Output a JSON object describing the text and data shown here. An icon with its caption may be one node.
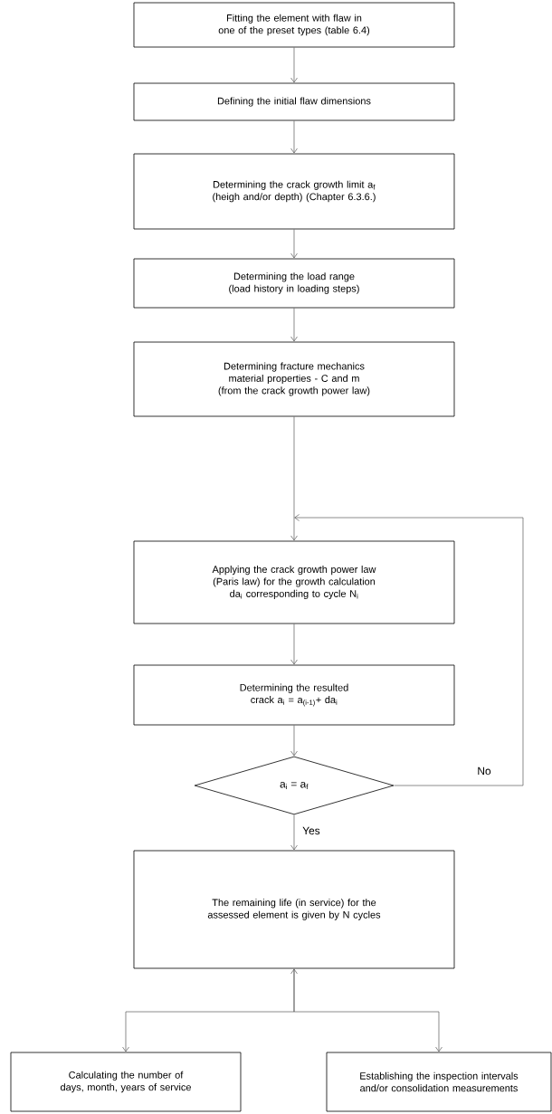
{
  "diagram": {
    "nodes": [
      {
        "text": [
          "Fitting the element with flaw in one of the preset types (table 6.4)"
        ]
      },
      {
        "text": [
          "Defining the initial flaw dimensions"
        ]
      },
      {
        "text": [
          "Determining the crack growth limit a$_{f}$ (heigh and/or depth) (Chapter 6.3.6.)"
        ]
      },
      {
        "text": [
          "Determining the load range (load history in loading steps)"
        ]
      },
      {
        "text": [
          "Determining fracture mechanics material properties - C and m (from the crack growth power law)"
        ]
      },
      {
        "text": [
          "Applying the crack growth power law (Paris law) for the growth calculation da$_{i}$ corresponding to cycle N$_{i}$"
        ]
      },
      {
        "text": [
          "Determining the resulted crack a$_{i}$ = a$_{(i-1)}$+ da$_{i}$"
        ]
      },
      {
        "text": [
          "a$_{i}$ = a$_{f}$"
        ]
      },
      {
        "text": [
          "The remaining life (in service) for the assessed element is given by N cycles"
        ]
      },
      {
        "text": [
          "Calculating the number of days, month, years of service"
        ]
      },
      {
        "text": [
          "Establishing the inspection intervals and/or consolidation measurements"
        ]
      }
    ],
    "edges": [
      {
        "from": 0,
        "to": 1,
        "arrow": "to"
      },
      {
        "from": 1,
        "to": 2,
        "arrow": "to"
      },
      {
        "from": 2,
        "to": 3,
        "arrow": "to"
      },
      {
        "from": 3,
        "to": 4,
        "arrow": "to"
      },
      {
        "from": 4,
        "to": 5,
        "arrow": "to"
      },
      {
        "from": 5,
        "to": 6,
        "arrow": "to"
      },
      {
        "from": 6,
        "to": 7,
        "arrow": "to"
      },
      {
        "from": 7,
        "to": 5,
        "arrow": "to",
        "label": "No"
      },
      {
        "from": 7,
        "to": 8,
        "arrow": "to",
        "label": "Yes"
      },
      {
        "from": 8,
        "to": 9,
        "arrow": "both"
      },
      {
        "from": 8,
        "to": 10,
        "arrow": "to"
      }
    ]
  }
}
